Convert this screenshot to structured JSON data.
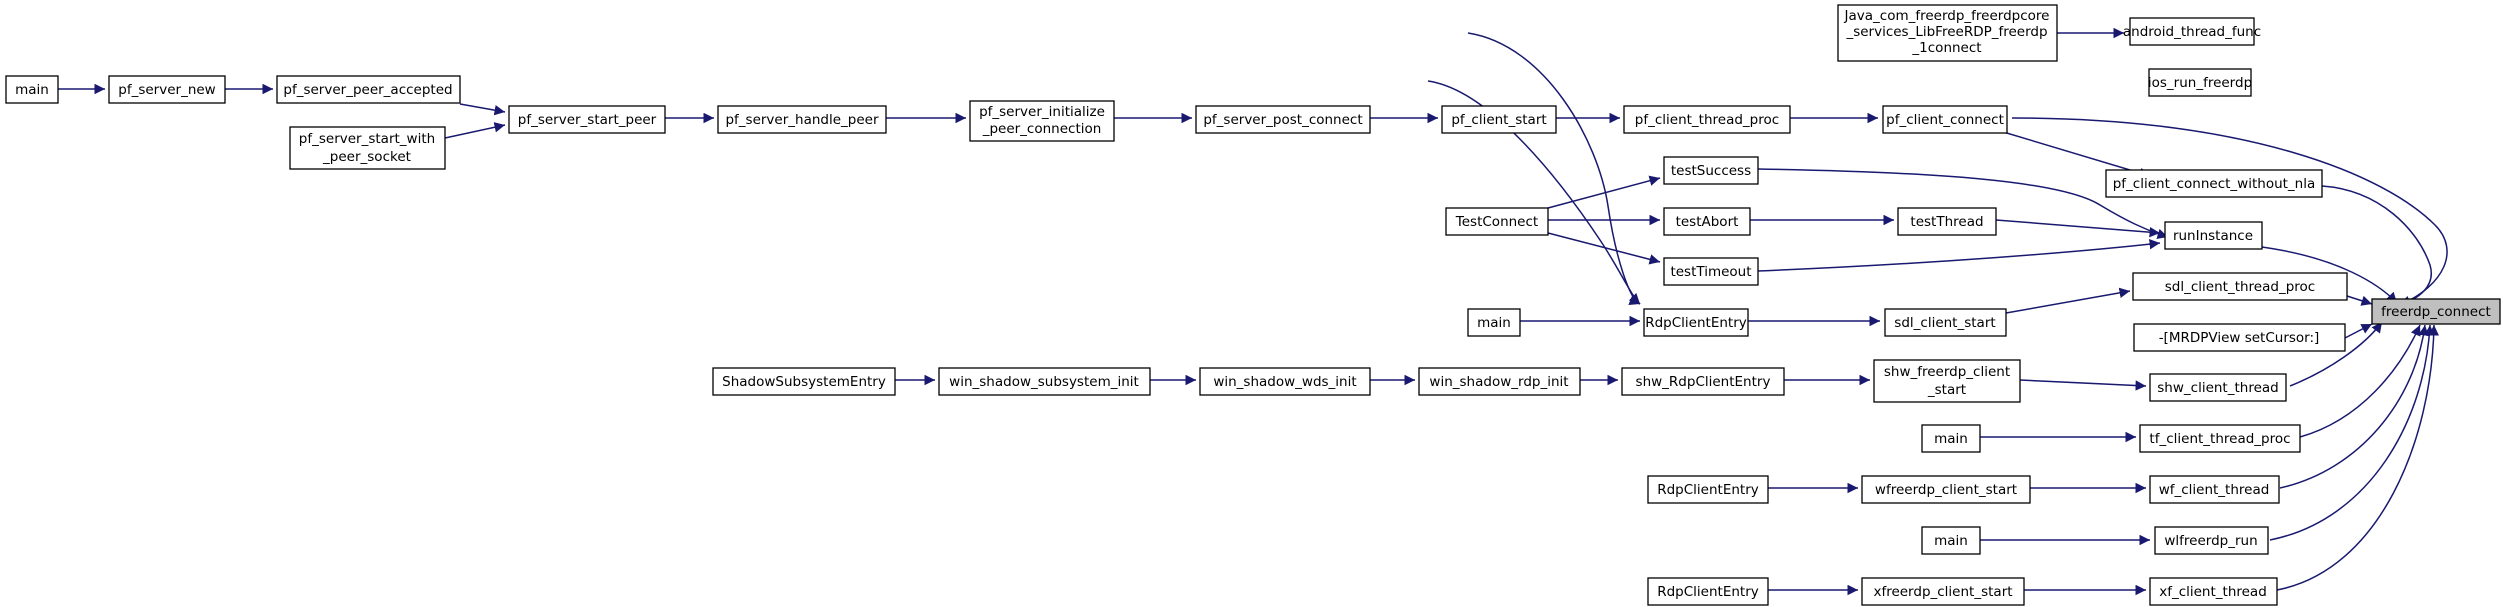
{
  "diagram": {
    "title": "",
    "nodes": {
      "freerdp_connect": "freerdp_connect",
      "android_thread_func": "android_thread_func",
      "java_connect_l1": "Java_com_freerdp_freerdpcore",
      "java_connect_l2": "_services_LibFreeRDP_freerdp",
      "java_connect_l3": "_1connect",
      "ios_run_freerdp": "ios_run_freerdp",
      "pf_client_connect": "pf_client_connect",
      "pf_client_thread_proc": "pf_client_thread_proc",
      "pf_client_start": "pf_client_start",
      "pf_server_post_connect": "pf_server_post_connect",
      "pf_server_initialize_l1": "pf_server_initialize",
      "pf_server_initialize_l2": "_peer_connection",
      "pf_server_handle_peer": "pf_server_handle_peer",
      "pf_server_start_peer": "pf_server_start_peer",
      "pf_server_peer_accepted": "pf_server_peer_accepted",
      "pf_server_new": "pf_server_new",
      "main_pf": "main",
      "pf_server_start_with_l1": "pf_server_start_with",
      "pf_server_start_with_l2": "_peer_socket",
      "pf_client_connect_without_nla": "pf_client_connect_without_nla",
      "runInstance": "runInstance",
      "testSuccess": "testSuccess",
      "testThread": "testThread",
      "testAbort": "testAbort",
      "testTimeout": "testTimeout",
      "TestConnect": "TestConnect",
      "sdl_client_thread_proc": "sdl_client_thread_proc",
      "sdl_client_start": "sdl_client_start",
      "RdpClientEntry_sdl": "RdpClientEntry",
      "main_sdl": "main",
      "mrdpview": "-[MRDPView setCursor:]",
      "shw_client_thread": "shw_client_thread",
      "shw_freerdp_client_l1": "shw_freerdp_client",
      "shw_freerdp_client_l2": "_start",
      "shw_RdpClientEntry": "shw_RdpClientEntry",
      "win_shadow_rdp_init": "win_shadow_rdp_init",
      "win_shadow_wds_init": "win_shadow_wds_init",
      "win_shadow_subsystem_init": "win_shadow_subsystem_init",
      "ShadowSubsystemEntry": "ShadowSubsystemEntry",
      "tf_client_thread_proc": "tf_client_thread_proc",
      "main_tf": "main",
      "wf_client_thread": "wf_client_thread",
      "wfreerdp_client_start": "wfreerdp_client_start",
      "RdpClientEntry_wf": "RdpClientEntry",
      "wlfreerdp_run": "wlfreerdp_run",
      "main_wl": "main",
      "xf_client_thread": "xf_client_thread",
      "xfreerdp_client_start": "xfreerdp_client_start",
      "RdpClientEntry_xf": "RdpClientEntry"
    },
    "colors": {
      "edge": "#191970",
      "root_fill": "#bfbfbf",
      "node_fill": "#ffffff",
      "node_stroke": "#000000"
    }
  }
}
